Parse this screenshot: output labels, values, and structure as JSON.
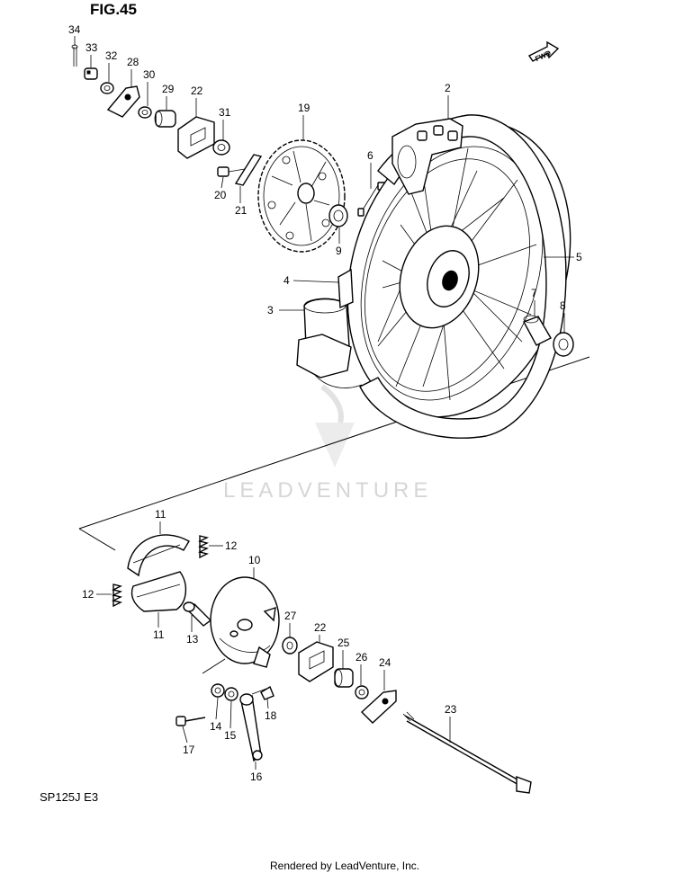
{
  "figure": {
    "title": "FIG.45",
    "model_code": "SP125J E3",
    "fwd_label": "FWD"
  },
  "watermark": {
    "text": "LEADVENTURE"
  },
  "footer": {
    "text": "Rendered by LeadVenture, Inc."
  },
  "callouts": {
    "p34": "34",
    "p33": "33",
    "p32": "32",
    "p28": "28",
    "p30": "30",
    "p29": "29",
    "p22a": "22",
    "p31": "31",
    "p19": "19",
    "p2": "2",
    "p6": "6",
    "p20": "20",
    "p21": "21",
    "p9": "9",
    "p4": "4",
    "p3": "3",
    "p5": "5",
    "p7": "7",
    "p8": "8",
    "p11a": "11",
    "p12a": "12",
    "p10": "10",
    "p12b": "12",
    "p11b": "11",
    "p13": "13",
    "p27": "27",
    "p22b": "22",
    "p25": "25",
    "p26": "26",
    "p24": "24",
    "p23": "23",
    "p14": "14",
    "p15": "15",
    "p18": "18",
    "p17": "17",
    "p16": "16"
  }
}
